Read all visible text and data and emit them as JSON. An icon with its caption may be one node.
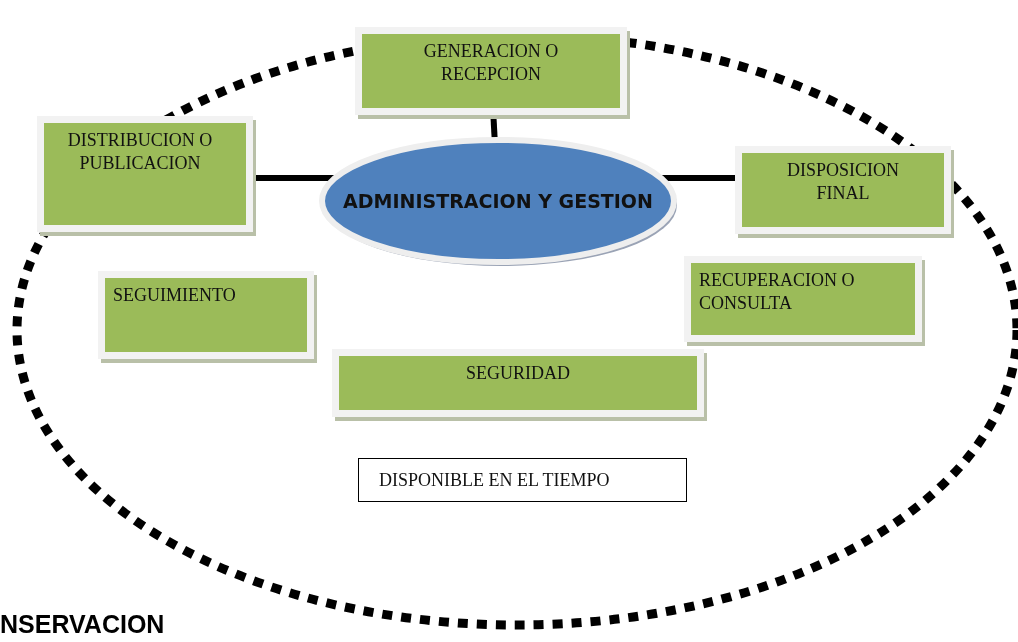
{
  "diagram": {
    "nodes": [
      {
        "text": [
          "GENERACION O RECEPCION"
        ]
      },
      {
        "text": [
          "DISTRIBUCION O PUBLICACION"
        ]
      },
      {
        "text": [
          "ADMINISTRACION Y GESTION"
        ]
      },
      {
        "text": [
          "DISPOSICION FINAL"
        ]
      },
      {
        "text": [
          "SEGUIMIENTO"
        ]
      },
      {
        "text": [
          "RECUPERACION O CONSULTA"
        ]
      },
      {
        "text": [
          "SEGURIDAD"
        ]
      },
      {
        "text": [
          "DISPONIBLE EN EL TIEMPO"
        ]
      }
    ],
    "edges": [
      {
        "from": 2,
        "to": 0,
        "arrow": "none"
      },
      {
        "from": 1,
        "to": 2,
        "arrow": "none"
      },
      {
        "from": 2,
        "to": 3,
        "arrow": "none"
      }
    ],
    "labels": [
      "NSERVACION"
    ]
  }
}
